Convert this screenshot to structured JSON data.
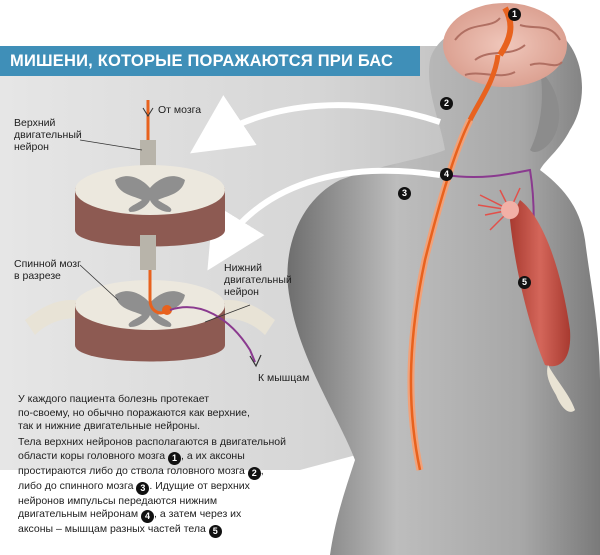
{
  "title": "МИШЕНИ, КОТОРЫЕ ПОРАЖАЮТСЯ ПРИ БАС",
  "labels": {
    "from_brain": "От мозга",
    "upper_neuron": [
      "Верхний",
      "двигательный",
      "нейрон"
    ],
    "spinal_cord": [
      "Спинной мозг",
      "в разрезе"
    ],
    "lower_neuron": [
      "Нижний",
      "двигательный",
      "нейрон"
    ],
    "to_muscles": "К мышцам"
  },
  "markers": [
    "1",
    "2",
    "3",
    "4",
    "5"
  ],
  "description": {
    "p1": [
      "У каждого пациента болезнь протекает",
      "по-своему, но обычно поражаются как верхние,",
      "так и нижние двигательные нейроны."
    ],
    "p2": [
      {
        "text": "Тела верхних нейронов располагаются в двигательной"
      },
      {
        "text": "области коры головного мозга",
        "num": "1",
        "after": ", а их аксоны"
      },
      {
        "text": "простираются либо до ствола головного мозга",
        "num": "2",
        "after": ","
      },
      {
        "text": "либо до спинного мозга",
        "num": "3",
        "after": ". Идущие от верхних"
      },
      {
        "text": "нейронов импульсы передаются нижним"
      },
      {
        "text": "двигательным нейронам",
        "num": "4",
        "after": ", а затем через их"
      },
      {
        "text": "аксоны – мышцам разных частей тела",
        "num": "5",
        "after": ""
      }
    ]
  },
  "colors": {
    "title_bar": "#3f8fb8",
    "panel": "#d9d9d9",
    "axon": "#e8621e",
    "lower_axon": "#8a3a8f",
    "body": "#9a9a9a",
    "brain": "#e8b5a8",
    "muscle": "#c44a3e"
  },
  "icons": [
    "marker-circle-icon",
    "arrow-icon"
  ]
}
